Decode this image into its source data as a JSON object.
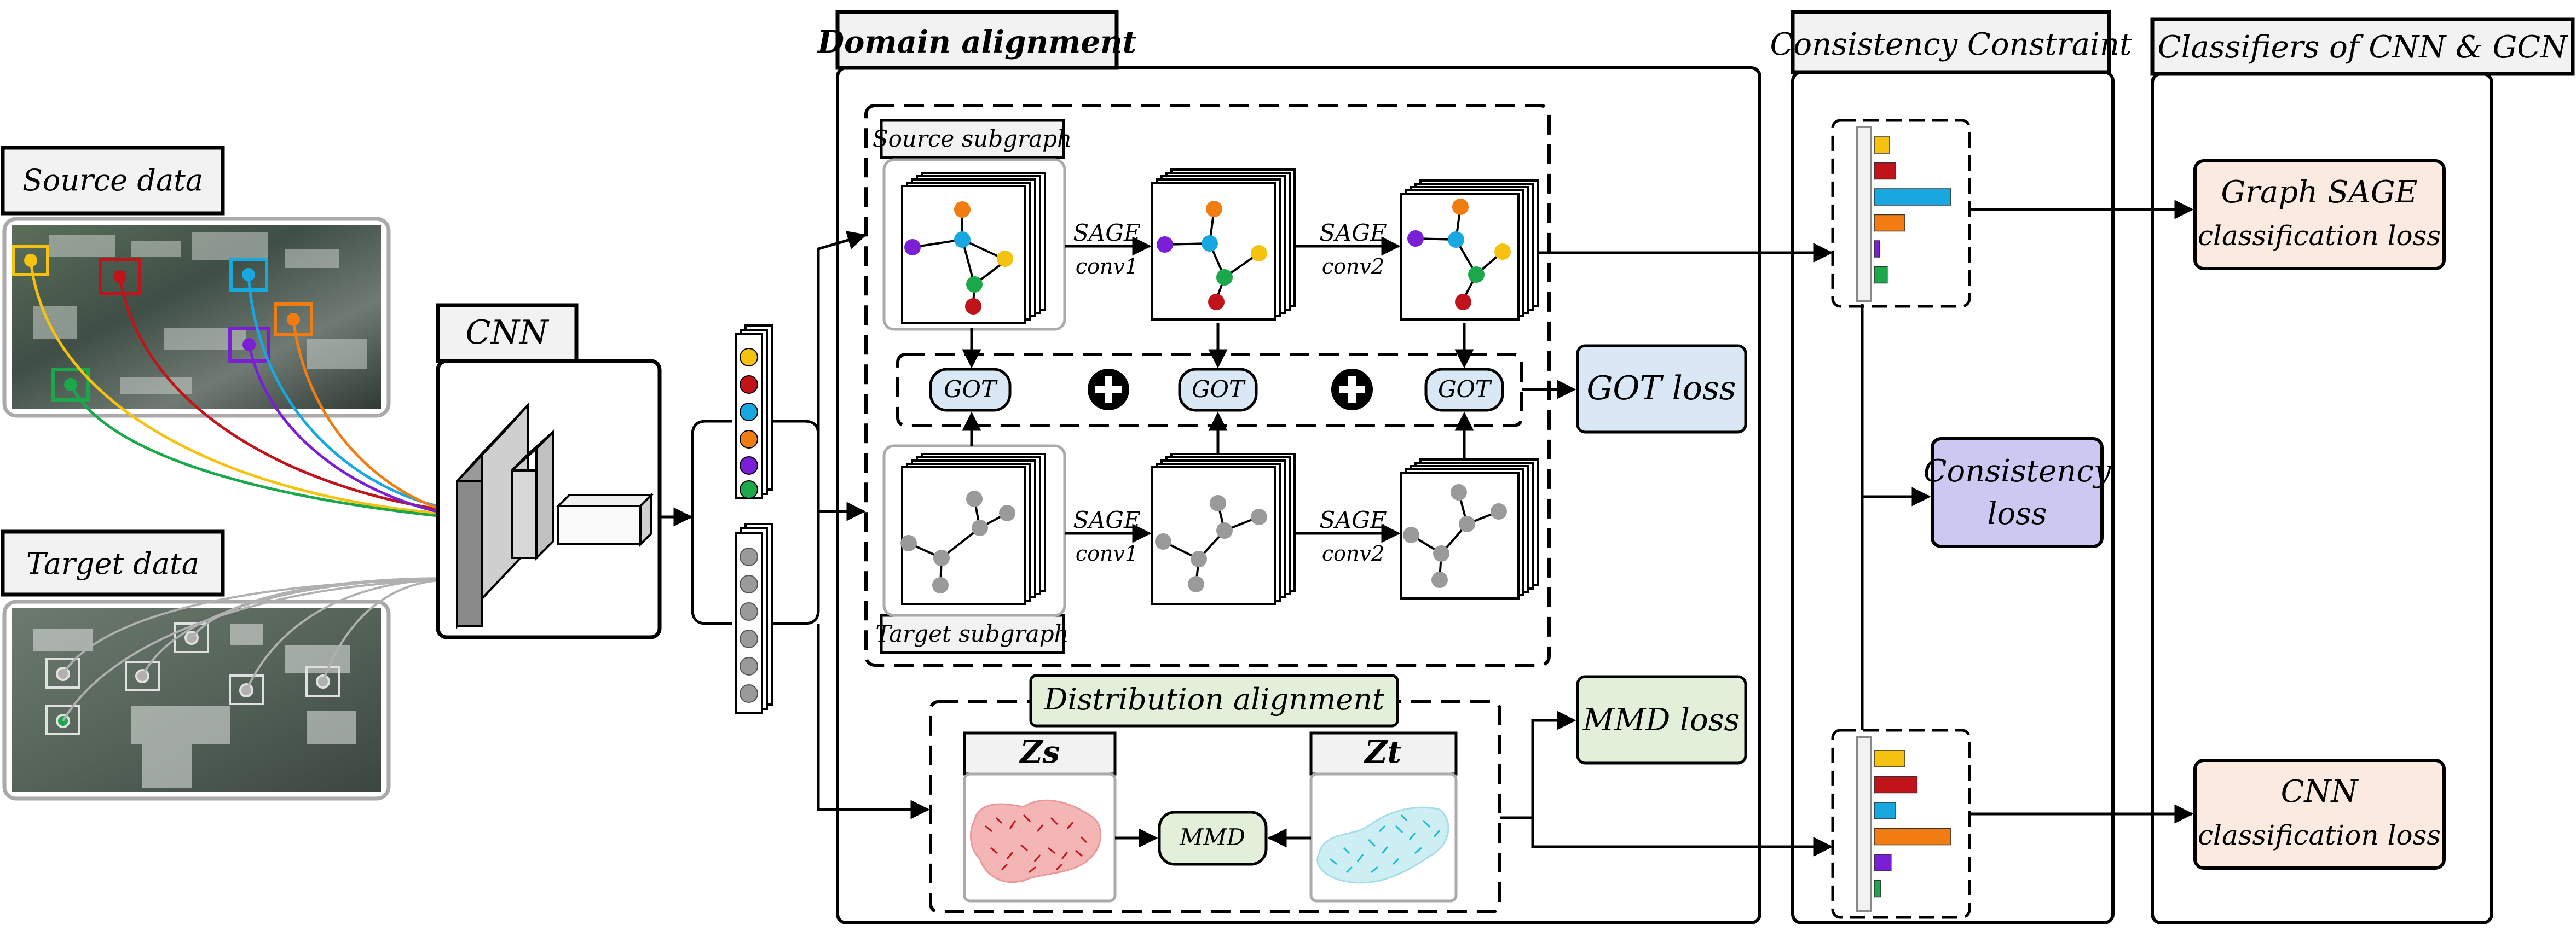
{
  "labels": {
    "source_data": "Source data",
    "target_data": "Target data",
    "cnn": "CNN",
    "domain_alignment": "Domain alignment",
    "source_subgraph": "Source subgraph",
    "target_subgraph": "Target subgraph",
    "sage": "SAGE",
    "conv1": "conv1",
    "conv2": "conv2",
    "got": "GOT",
    "got_loss": "GOT loss",
    "distribution_alignment": "Distribution alignment",
    "zs": "Zs",
    "zt": "Zt",
    "mmd": "MMD",
    "mmd_loss": "MMD loss",
    "consistency_constraint": "Consistency Constraint",
    "consistency_loss_line1": "Consistency",
    "consistency_loss_line2": "loss",
    "classifiers": "Classifiers of CNN & GCN",
    "graph_sage_loss_line1": "Graph SAGE",
    "graph_sage_loss_line2": "classification loss",
    "cnn_loss_line1": "CNN",
    "cnn_loss_line2": "classification loss"
  },
  "colors": {
    "yellow": "#f5c30f",
    "red": "#c0141a",
    "cyan": "#17a8e0",
    "orange": "#f07c12",
    "purple": "#7a1fd6",
    "green": "#1aa84a",
    "gray": "#9a9a9a",
    "got_box": "#dae8f5",
    "mmd_loss_box": "#e2efd9",
    "consistency_box": "#cbc9f1",
    "classification_box": "#fbeae0",
    "dist_align_box": "#e2efd9"
  },
  "bar_charts": {
    "top": [
      0.2,
      0.28,
      1.0,
      0.4,
      0.07,
      0.17
    ],
    "bottom": [
      0.4,
      0.56,
      0.28,
      1.0,
      0.22,
      0.08
    ]
  }
}
